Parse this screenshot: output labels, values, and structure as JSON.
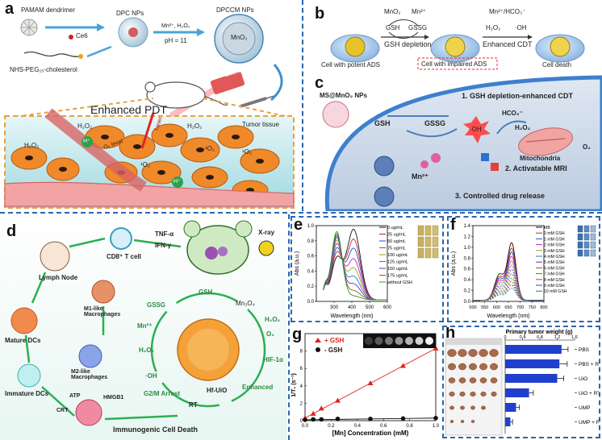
{
  "panel_a": {
    "label": "a",
    "pamam": "PAMAM dendrimer",
    "ce6": "Ce6",
    "dpc": "DPC NPs",
    "reagent1": "Mn²⁺, H₂O₂",
    "ph": "pH = 11",
    "dpccm": "DPCCM NPs",
    "mno2": "MnO₂",
    "nhs": "NHS-PEG₁₅-cholesterol",
    "laser": "Laser",
    "enhanced": "Enhanced PDT",
    "tumor": "Tumor tissue",
    "h2o2": "H₂O₂",
    "hplus": "H⁺",
    "o2level": "O₂ level",
    "laser_small": "Laser",
    "singlet": "¹O₂"
  },
  "panel_b": {
    "label": "b",
    "mno2": "MnO₂",
    "mn2": "Mn²⁺",
    "gsh": "GSH",
    "gssg": "GSSG",
    "depletion": "GSH  depletion",
    "mn_hco3": "Mn²⁺/HCO₃⁻",
    "h2o2": "H₂O₂",
    "oh": "·OH",
    "cdt": "Enhanced CDT",
    "cell1": "Cell with potent ADS",
    "cell2": "Cell with impaired ADS",
    "cell3": "Cell death"
  },
  "panel_c": {
    "label": "c",
    "ms": "MS@MnO₂ NPs",
    "step1": "1. GSH depletion-enhanced CDT",
    "gsh": "GSH",
    "gssg": "GSSG",
    "oh": "·OH",
    "hco3": "HCO₃⁻",
    "h2o2": "H₂O₂",
    "mn2": "Mn²⁺",
    "step2": "2. Activatable  MRI",
    "mito": "Mitochondria",
    "o2": "O₂",
    "step3": "3. Controlled  drug  release"
  },
  "panel_d": {
    "label": "d",
    "lymph": "Lymph Node",
    "cd8": "CD8⁺ T cell",
    "tnf": "TNF-α",
    "ifn": "IFN-γ",
    "xray": "X-ray",
    "mature": "Mature DCs",
    "m1": "M1-like Macrophages",
    "m2": "M2-like Macrophages",
    "immature": "Immature DCs",
    "gsh": "GSH",
    "gssg": "GSSG",
    "mn3o4": "Mn₃O₄",
    "mn2": "Mn²⁺",
    "h2o2_r": "H₂O₂",
    "o2": "O₂",
    "h2o2_l": "H₂O₂",
    "hif": "HIF-1α",
    "oh": "·OH",
    "g2m": "G2/M Arrest",
    "rt": "RT",
    "enhanced": "Enhanced",
    "hfuio": "Hf-UiO",
    "atp": "ATP",
    "hmgb1": "HMGB1",
    "crt": "CRT",
    "icd": "Immunogenic Cell Death"
  },
  "panel_e": {
    "label": "e"
  },
  "panel_f": {
    "label": "f"
  },
  "panel_g": {
    "label": "g"
  },
  "panel_h": {
    "label": "h"
  },
  "chart_data": [
    {
      "id": "e",
      "type": "line",
      "xlabel": "Wavelength (nm)",
      "ylabel": "Abs (a.u.)",
      "xlim": [
        200,
        600
      ],
      "ylim": [
        0.0,
        1.0
      ],
      "xticks": [
        300,
        400,
        500,
        600
      ],
      "yticks": [
        0.0,
        0.2,
        0.4,
        0.6,
        0.8,
        1.0
      ],
      "legend_position": "top-right",
      "series": [
        {
          "name": "0 ug/mL",
          "color": "#111111",
          "p1": 0.53,
          "p2": 0.93
        },
        {
          "name": "25 ug/mL",
          "color": "#d02020",
          "p1": 0.6,
          "p2": 0.8
        },
        {
          "name": "50 ug/mL",
          "color": "#2050d0",
          "p1": 0.66,
          "p2": 0.68
        },
        {
          "name": "75 ug/mL",
          "color": "#d020c0",
          "p1": 0.72,
          "p2": 0.54
        },
        {
          "name": "100 ug/mL",
          "color": "#a0a020",
          "p1": 0.77,
          "p2": 0.42
        },
        {
          "name": "125 ug/mL",
          "color": "#2080d0",
          "p1": 0.81,
          "p2": 0.31
        },
        {
          "name": "150 ug/mL",
          "color": "#8020c0",
          "p1": 0.84,
          "p2": 0.21
        },
        {
          "name": "175 ug/mL",
          "color": "#8a5a20",
          "p1": 0.87,
          "p2": 0.12
        },
        {
          "name": "without GSH",
          "color": "#20a020",
          "p1": 0.9,
          "p2": 0.05
        }
      ]
    },
    {
      "id": "f",
      "type": "line",
      "xlabel": "Wavelength (nm)",
      "ylabel": "Abs (a.u.)",
      "xlim": [
        500,
        800
      ],
      "ylim": [
        0.0,
        1.4
      ],
      "xticks": [
        500,
        550,
        600,
        650,
        700,
        750,
        800
      ],
      "yticks": [
        0.0,
        0.2,
        0.4,
        0.6,
        0.8,
        1.0,
        1.2,
        1.4
      ],
      "legend_position": "top-right",
      "series": [
        {
          "name": "MB",
          "color": "#111111",
          "peak": 1.05
        },
        {
          "name": "0 mM GSH",
          "color": "#d02020",
          "peak": 0.95
        },
        {
          "name": "1 mM GSH",
          "color": "#2050d0",
          "peak": 0.88
        },
        {
          "name": "2 mM GSH",
          "color": "#d020c0",
          "peak": 0.8
        },
        {
          "name": "3 mM GSH",
          "color": "#a0a020",
          "peak": 0.72
        },
        {
          "name": "4 mM GSH",
          "color": "#2080d0",
          "peak": 0.64
        },
        {
          "name": "5 mM GSH",
          "color": "#8020c0",
          "peak": 0.56
        },
        {
          "name": "6 mM GSH",
          "color": "#8a5a20",
          "peak": 0.48
        },
        {
          "name": "7 mM GSH",
          "color": "#20a020",
          "peak": 0.4
        },
        {
          "name": "8 mM GSH",
          "color": "#c04040",
          "peak": 0.34
        },
        {
          "name": "9 mM GSH",
          "color": "#4040c0",
          "peak": 0.28
        },
        {
          "name": "10 mM GSH",
          "color": "#208080",
          "peak": 0.22
        }
      ]
    },
    {
      "id": "g",
      "type": "scatter",
      "xlabel": "[Mn] Concentration (mM)",
      "ylabel": "1/T₁ (s⁻¹)",
      "xlim": [
        0.0,
        1.0
      ],
      "ylim": [
        0,
        10
      ],
      "xticks": [
        0.0,
        0.2,
        0.4,
        0.6,
        0.8,
        1.0
      ],
      "yticks": [
        0,
        2,
        4,
        6,
        8
      ],
      "legend_position": "top-left",
      "series": [
        {
          "name": "+ GSH",
          "color": "#e02020",
          "marker": "triangle",
          "x": [
            0.0,
            0.0625,
            0.125,
            0.25,
            0.5,
            0.75,
            1.0
          ],
          "y": [
            0.3,
            0.8,
            1.4,
            2.3,
            4.3,
            6.3,
            8.3
          ]
        },
        {
          "name": "- GSH",
          "color": "#111111",
          "marker": "circle",
          "x": [
            0.0,
            0.0625,
            0.125,
            0.25,
            0.5,
            0.75,
            1.0
          ],
          "y": [
            0.1,
            0.15,
            0.15,
            0.2,
            0.2,
            0.25,
            0.3
          ]
        }
      ]
    },
    {
      "id": "h",
      "type": "bar",
      "orientation": "horizontal",
      "title": "Primary tumor weight (g)",
      "xlim": [
        0,
        1.6
      ],
      "xticks": [
        0,
        0.4,
        0.8,
        1.2,
        1.6
      ],
      "categories": [
        "PBS",
        "PBS + RT",
        "UiO",
        "UiO + RT",
        "UMP",
        "UMP + RT"
      ],
      "values": [
        1.3,
        1.25,
        1.2,
        0.55,
        0.25,
        0.12
      ],
      "errors": [
        0.15,
        0.18,
        0.15,
        0.1,
        0.08,
        0.05
      ],
      "bar_color": "#1f3fcc"
    }
  ]
}
